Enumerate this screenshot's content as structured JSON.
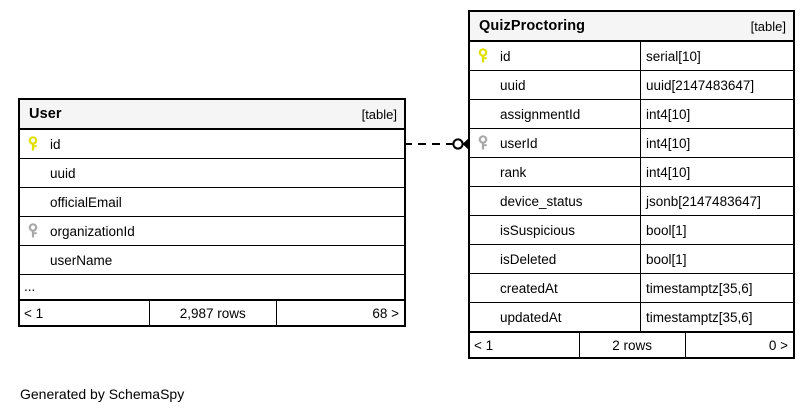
{
  "diagram": {
    "caption": "Generated by SchemaSpy",
    "table_tag": "[table]",
    "colors": {
      "primary_key": "#e8e800",
      "foreign_key": "#a8a8a8",
      "header_fill": "#f5f5f5",
      "border": "#000000",
      "background": "#ffffff"
    }
  },
  "tables": [
    {
      "name": "User",
      "tag": "[table]",
      "show_types": false,
      "columns": [
        {
          "name": "id",
          "type": "",
          "key": "primary"
        },
        {
          "name": "uuid",
          "type": "",
          "key": "none"
        },
        {
          "name": "officialEmail",
          "type": "",
          "key": "none"
        },
        {
          "name": "organizationId",
          "type": "",
          "key": "foreign"
        },
        {
          "name": "userName",
          "type": "",
          "key": "none"
        }
      ],
      "truncated_indicator": "...",
      "footer": {
        "prev": "< 1",
        "rows": "2,987 rows",
        "next": "68 >"
      }
    },
    {
      "name": "QuizProctoring",
      "tag": "[table]",
      "show_types": true,
      "columns": [
        {
          "name": "id",
          "type": "serial[10]",
          "key": "primary"
        },
        {
          "name": "uuid",
          "type": "uuid[2147483647]",
          "key": "none"
        },
        {
          "name": "assignmentId",
          "type": "int4[10]",
          "key": "none"
        },
        {
          "name": "userId",
          "type": "int4[10]",
          "key": "foreign"
        },
        {
          "name": "rank",
          "type": "int4[10]",
          "key": "none"
        },
        {
          "name": "device_status",
          "type": "jsonb[2147483647]",
          "key": "none"
        },
        {
          "name": "isSuspicious",
          "type": "bool[1]",
          "key": "none"
        },
        {
          "name": "isDeleted",
          "type": "bool[1]",
          "key": "none"
        },
        {
          "name": "createdAt",
          "type": "timestamptz[35,6]",
          "key": "none"
        },
        {
          "name": "updatedAt",
          "type": "timestamptz[35,6]",
          "key": "none"
        }
      ],
      "truncated_indicator": "",
      "footer": {
        "prev": "< 1",
        "rows": "2 rows",
        "next": "0 >"
      }
    }
  ],
  "relationship": {
    "from_table": "User",
    "from_column": "id",
    "to_table": "QuizProctoring",
    "to_column": "userId",
    "line_style": "dashed",
    "source_marker": "zero-one-circle",
    "target_marker": "crows-foot"
  }
}
